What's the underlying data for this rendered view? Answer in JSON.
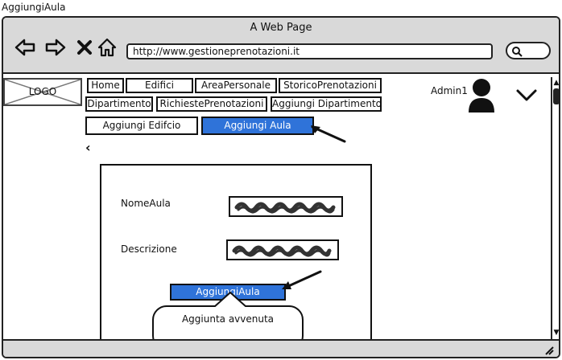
{
  "page_title": "AggiungiAula",
  "browser": {
    "window_title": "A Web Page",
    "url": "http://www.gestioneprenotazioni.it"
  },
  "logo": {
    "text": "LOGO"
  },
  "menu": {
    "row1": [
      "Home",
      "Edifici",
      "AreaPersonale",
      "StoricoPrenotazioni"
    ],
    "row2": [
      "Dipartimento",
      "RichiestePrenotazioni",
      "Aggiungi Dipartimento"
    ]
  },
  "tabs": {
    "edificio": "Aggiungi Edifcio",
    "aula": "Aggiungi Aula"
  },
  "user": {
    "name": "Admin1"
  },
  "form": {
    "name_label": "NomeAula",
    "description_label": "Descrizione",
    "submit_label": "AggiungiAula"
  },
  "tooltip": {
    "text": "Aggiunta avvenuta"
  },
  "colors": {
    "accent": "#2f73d9",
    "chrome": "#d9d9d9"
  }
}
